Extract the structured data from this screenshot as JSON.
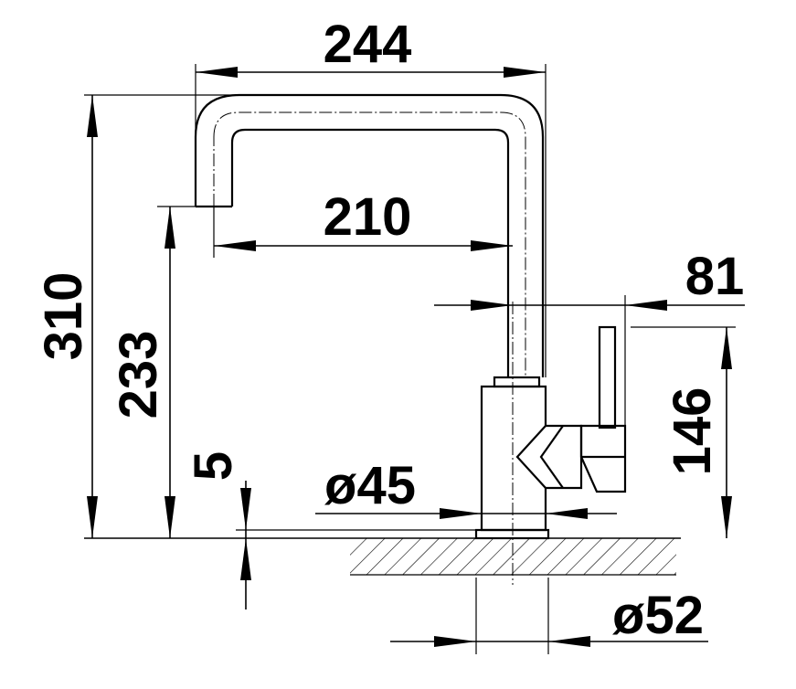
{
  "dimensions": {
    "spout_reach_total": "244",
    "spout_reach_center": "210",
    "handle_offset": "81",
    "total_height": "310",
    "spout_outlet_height": "233",
    "countertop_gap": "5",
    "base_diameter": "ø45",
    "mounting_hole_diameter": "ø52",
    "handle_height": "146"
  }
}
